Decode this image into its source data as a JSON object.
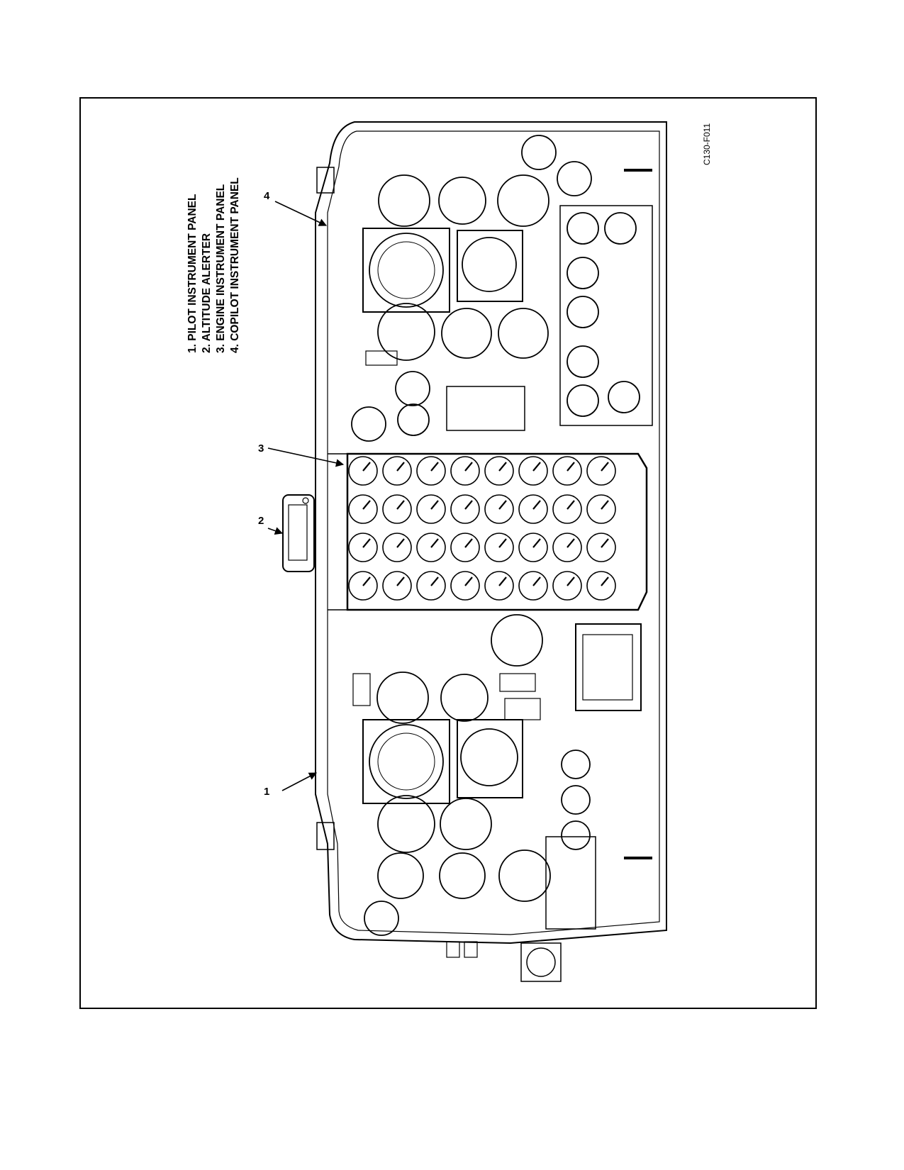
{
  "figure": {
    "id": "C130-F011",
    "legend": [
      "1. PILOT INSTRUMENT PANEL",
      "2. ALTITUDE ALERTER",
      "3. ENGINE INSTRUMENT PANEL",
      "4. COPILOT INSTRUMENT PANEL"
    ],
    "callouts": [
      "1",
      "2",
      "3",
      "4"
    ]
  },
  "engine_panel": {
    "engines": 4,
    "gauges_per_engine": 8
  },
  "colors": {
    "ink": "#000000",
    "paper": "#ffffff"
  }
}
